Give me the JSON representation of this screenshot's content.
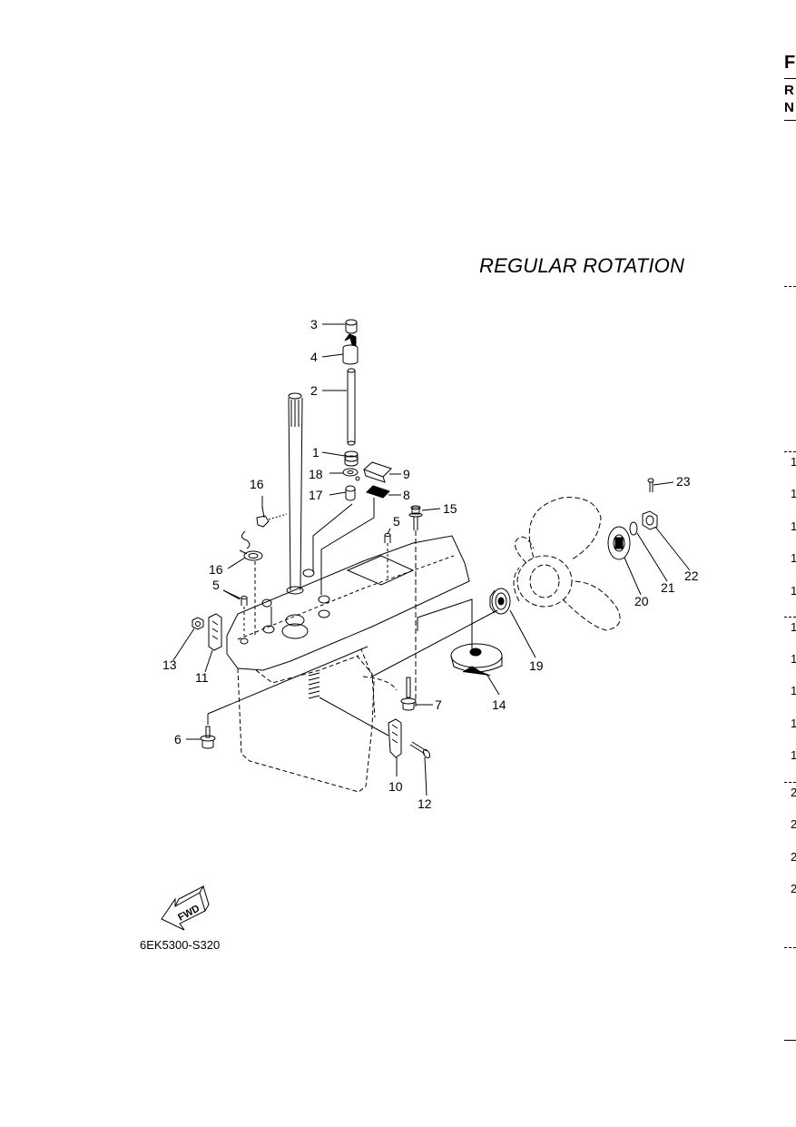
{
  "header": {
    "letters": [
      "F",
      "R",
      "N"
    ]
  },
  "diagram": {
    "title": "REGULAR ROTATION",
    "drawing_code": "6EK5300-S320",
    "fwd_label": "FWD",
    "part_labels": [
      "1",
      "2",
      "3",
      "4",
      "5",
      "5",
      "6",
      "7",
      "8",
      "9",
      "10",
      "11",
      "12",
      "13",
      "14",
      "15",
      "16",
      "16",
      "17",
      "18",
      "19",
      "20",
      "21",
      "22",
      "23"
    ]
  },
  "edge_numbers": [
    "1",
    "1",
    "1",
    "1",
    "1",
    "1",
    "1",
    "1",
    "1",
    "1",
    "2",
    "2",
    "2",
    "2"
  ]
}
